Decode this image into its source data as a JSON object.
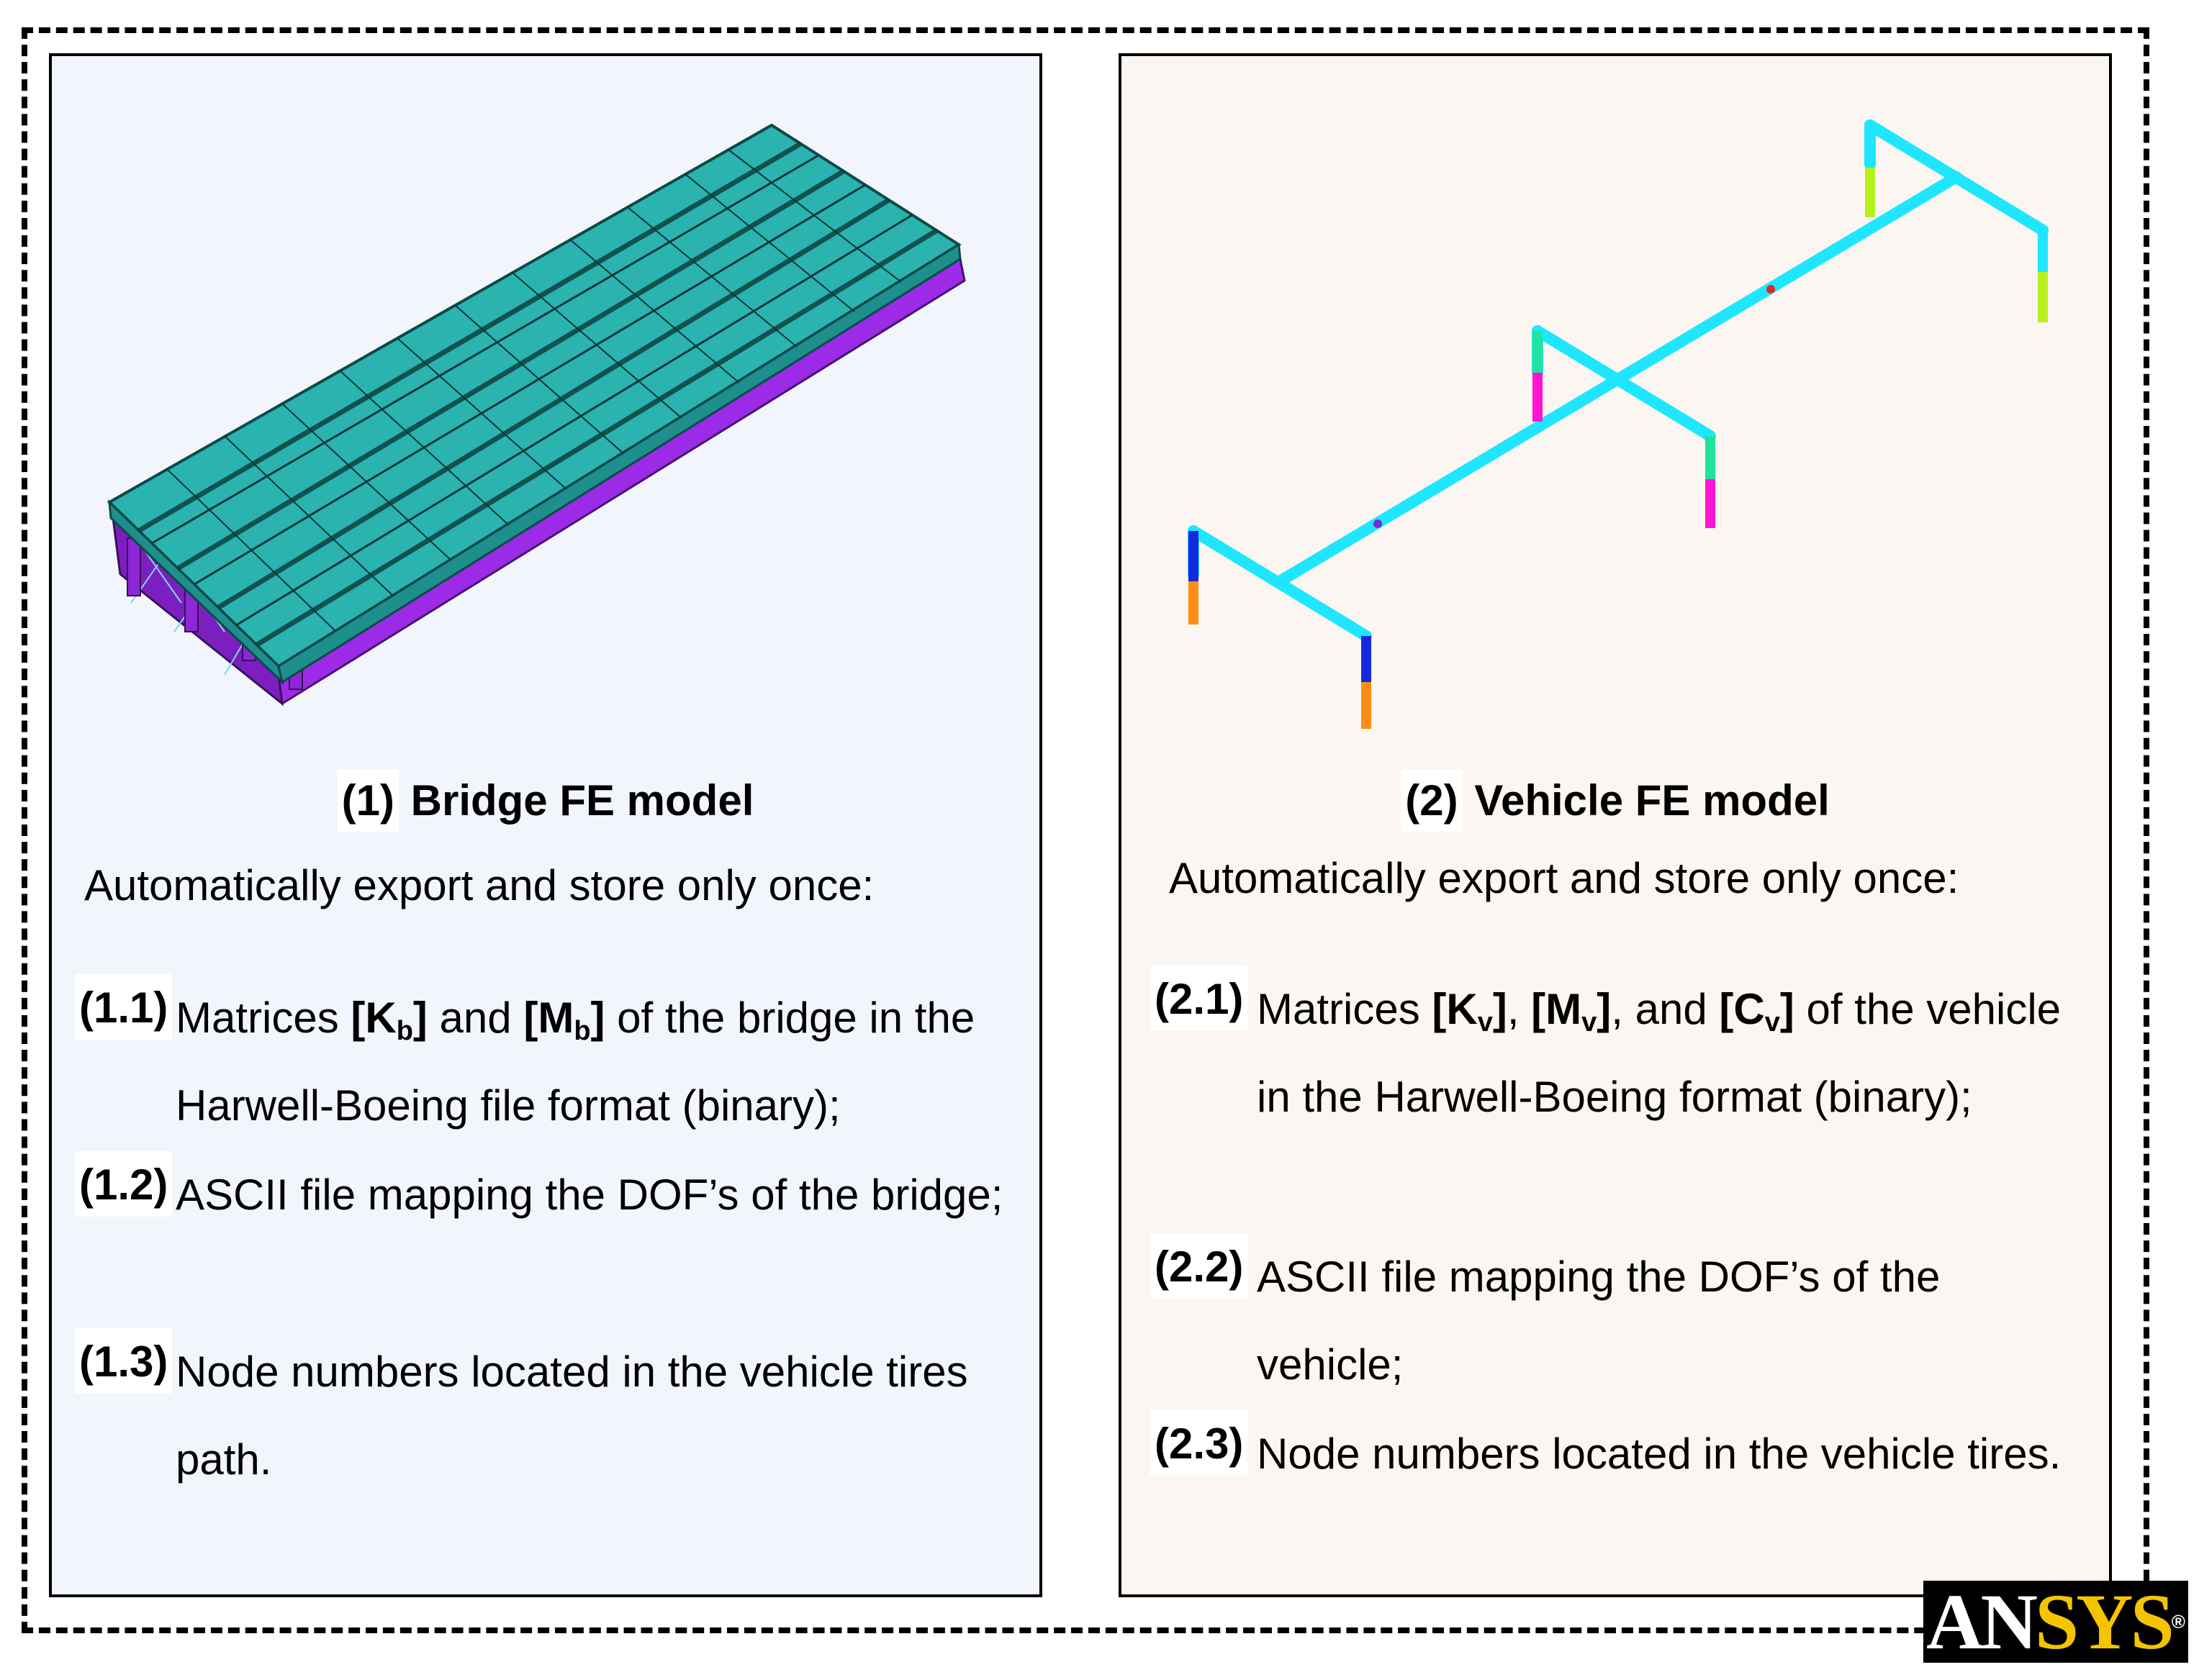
{
  "panels": {
    "bridge": {
      "title_num": "(1)",
      "title": "Bridge FE model",
      "intro": "Automatically export and store only once:",
      "item1": {
        "num": "(1.1)",
        "pre": "Matrices ",
        "kb": "[K",
        "kb_sub": "b",
        "kb_close": "]",
        "and": " and ",
        "mb": "[M",
        "mb_sub": "b",
        "mb_close": "]",
        "post": " of the bridge in the Harwell-Boeing file format (binary);"
      },
      "item2": {
        "num": "(1.2)",
        "text": "ASCII file mapping the DOF’s of the bridge;"
      },
      "item3": {
        "num": "(1.3)",
        "text": "Node numbers located in the vehicle tires path."
      }
    },
    "vehicle": {
      "title_num": "(2)",
      "title": "Vehicle FE model",
      "intro": "Automatically export and store only once:",
      "item1": {
        "num": "(2.1)",
        "pre": "Matrices ",
        "kv": "[K",
        "kv_sub": "v",
        "kv_close": "]",
        "sep1": ", ",
        "mv": "[M",
        "mv_sub": "v",
        "mv_close": "]",
        "sep2": ", and ",
        "cv": "[C",
        "cv_sub": "v",
        "cv_close": "]",
        "post": " of the vehicle in the Harwell-Boeing format (binary);"
      },
      "item2": {
        "num": "(2.2)",
        "text": "ASCII file mapping the DOF’s of the vehicle;"
      },
      "item3": {
        "num": "(2.3)",
        "text": "Node numbers located in the vehicle tires."
      }
    }
  },
  "logo": {
    "an": "AN",
    "sys": "SYS",
    "reg": "®"
  },
  "colors": {
    "deck": "#2bb3b0",
    "girder": "#9b2be6",
    "vehicle_frame": "#1ee6ff",
    "suspension_blue": "#1428e0",
    "tire_orange": "#ff8c14",
    "suspension_green": "#21e3a0",
    "tire_magenta": "#ff14d2",
    "tire_yellowgreen": "#b8f01e"
  }
}
